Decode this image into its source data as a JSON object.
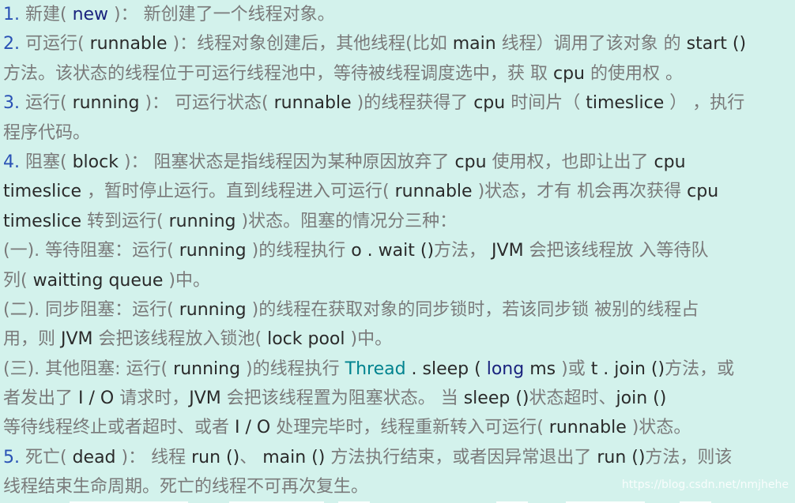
{
  "lines": [
    {
      "segments": [
        {
          "t": "1.",
          "c": "blue"
        },
        {
          "t": " 新建(",
          "c": "gray"
        },
        {
          "t": " new ",
          "c": "navy"
        },
        {
          "t": ")： 新创建了一个线程对象。",
          "c": "gray"
        }
      ]
    },
    {
      "segments": [
        {
          "t": "2.",
          "c": "blue"
        },
        {
          "t": " 可运行(",
          "c": "gray"
        },
        {
          "t": " runnable ",
          "c": "dark"
        },
        {
          "t": ")：线程对象创建后，其他线程(比如 ",
          "c": "gray"
        },
        {
          "t": "main",
          "c": "dark"
        },
        {
          "t": " 线程）调用了该对象  的 ",
          "c": "gray"
        },
        {
          "t": "start ()",
          "c": "dark"
        }
      ]
    },
    {
      "segments": [
        {
          "t": "方法。该状态的线程位于可运行线程池中，等待被线程调度选中，获  取 ",
          "c": "gray"
        },
        {
          "t": "cpu",
          "c": "dark"
        },
        {
          "t": " 的使用权 。",
          "c": "gray"
        }
      ]
    },
    {
      "segments": [
        {
          "t": "3.",
          "c": "blue"
        },
        {
          "t": " 运行(",
          "c": "gray"
        },
        {
          "t": " running ",
          "c": "dark"
        },
        {
          "t": ")： 可运行状态(",
          "c": "gray"
        },
        {
          "t": " runnable ",
          "c": "dark"
        },
        {
          "t": ")的线程获得了 ",
          "c": "gray"
        },
        {
          "t": "cpu",
          "c": "dark"
        },
        {
          "t": " 时间片（ ",
          "c": "gray"
        },
        {
          "t": "timeslice",
          "c": "dark"
        },
        {
          "t": " ）  ，执行",
          "c": "gray"
        }
      ]
    },
    {
      "segments": [
        {
          "t": "程序代码。",
          "c": "gray"
        }
      ]
    },
    {
      "segments": [
        {
          "t": "4.",
          "c": "blue"
        },
        {
          "t": " 阻塞(",
          "c": "gray"
        },
        {
          "t": " block ",
          "c": "dark"
        },
        {
          "t": ")： 阻塞状态是指线程因为某种原因放弃了 ",
          "c": "gray"
        },
        {
          "t": "cpu",
          "c": "dark"
        },
        {
          "t": " 使用权，也即让出了 ",
          "c": "gray"
        },
        {
          "t": "cpu",
          "c": "dark"
        }
      ]
    },
    {
      "segments": [
        {
          "t": "timeslice",
          "c": "dark"
        },
        {
          "t": " ，暂时停止运行。直到线程进入可运行(",
          "c": "gray"
        },
        {
          "t": " runnable ",
          "c": "dark"
        },
        {
          "t": ")状态，才有  机会再次获得 ",
          "c": "gray"
        },
        {
          "t": "cpu",
          "c": "dark"
        }
      ]
    },
    {
      "segments": [
        {
          "t": "timeslice",
          "c": "dark"
        },
        {
          "t": " 转到运行(",
          "c": "gray"
        },
        {
          "t": " running ",
          "c": "dark"
        },
        {
          "t": ")状态。阻塞的情况分三种：",
          "c": "gray"
        }
      ]
    },
    {
      "segments": [
        {
          "t": "(一). 等待阻塞：运行(",
          "c": "gray"
        },
        {
          "t": " running ",
          "c": "dark"
        },
        {
          "t": ")的线程执行 ",
          "c": "gray"
        },
        {
          "t": "o . wait ()",
          "c": "dark"
        },
        {
          "t": "方法， ",
          "c": "gray"
        },
        {
          "t": "JVM",
          "c": "dark"
        },
        {
          "t": " 会把该线程放  入等待队",
          "c": "gray"
        }
      ]
    },
    {
      "segments": [
        {
          "t": "列(",
          "c": "gray"
        },
        {
          "t": " waitting queue ",
          "c": "dark"
        },
        {
          "t": ")中。",
          "c": "gray"
        }
      ]
    },
    {
      "segments": [
        {
          "t": "(二). 同步阻塞：运行(",
          "c": "gray"
        },
        {
          "t": " running ",
          "c": "dark"
        },
        {
          "t": ")的线程在获取对象的同步锁时，若该同步锁  被别的线程占",
          "c": "gray"
        }
      ]
    },
    {
      "segments": [
        {
          "t": "用，则 ",
          "c": "gray"
        },
        {
          "t": "JVM",
          "c": "dark"
        },
        {
          "t": " 会把该线程放入锁池(",
          "c": "gray"
        },
        {
          "t": " lock pool ",
          "c": "dark"
        },
        {
          "t": ")中。",
          "c": "gray"
        }
      ]
    },
    {
      "segments": [
        {
          "t": "(三). 其他阻塞: 运行(",
          "c": "gray"
        },
        {
          "t": " running ",
          "c": "dark"
        },
        {
          "t": ")的线程执行 ",
          "c": "gray"
        },
        {
          "t": "Thread",
          "c": "teal"
        },
        {
          "t": " . sleep ( ",
          "c": "dark"
        },
        {
          "t": "long",
          "c": "navy"
        },
        {
          "t": " ms ",
          "c": "dark"
        },
        {
          "t": ")或 ",
          "c": "gray"
        },
        {
          "t": "t . join ()",
          "c": "dark"
        },
        {
          "t": "方法，或",
          "c": "gray"
        }
      ]
    },
    {
      "segments": [
        {
          "t": "者发出了 ",
          "c": "gray"
        },
        {
          "t": "I / O",
          "c": "dark"
        },
        {
          "t": " 请求时，",
          "c": "gray"
        },
        {
          "t": "JVM",
          "c": "dark"
        },
        {
          "t": " 会把该线程置为阻塞状态。        当 ",
          "c": "gray"
        },
        {
          "t": "sleep ()",
          "c": "dark"
        },
        {
          "t": "状态超时、",
          "c": "gray"
        },
        {
          "t": "join ()",
          "c": "dark"
        }
      ]
    },
    {
      "segments": [
        {
          "t": "等待线程终止或者超时、或者 ",
          "c": "gray"
        },
        {
          "t": "I / O",
          "c": "dark"
        },
        {
          "t": " 处理完毕时，线程重新转入可运行(",
          "c": "gray"
        },
        {
          "t": " runnable ",
          "c": "dark"
        },
        {
          "t": ")状态。",
          "c": "gray"
        }
      ]
    },
    {
      "segments": [
        {
          "t": "5.",
          "c": "blue"
        },
        {
          "t": " 死亡(",
          "c": "gray"
        },
        {
          "t": " dead ",
          "c": "dark"
        },
        {
          "t": ")： 线程 ",
          "c": "gray"
        },
        {
          "t": "run ()",
          "c": "dark"
        },
        {
          "t": "、 ",
          "c": "gray"
        },
        {
          "t": "main ()",
          "c": "dark"
        },
        {
          "t": " 方法执行结束，或者因异常退出了 ",
          "c": "gray"
        },
        {
          "t": "run ()",
          "c": "dark"
        },
        {
          "t": "方法，则该",
          "c": "gray"
        }
      ]
    },
    {
      "segments": [
        {
          "t": "线程结束生命周期。死亡的线程不可再次复生。",
          "c": "gray"
        }
      ]
    }
  ],
  "watermark": "https://blog.csdn.net/nmjhehe",
  "colors": {
    "background": "#d3f2ec",
    "gray": "#7a7a7a",
    "dark": "#2a2a2a",
    "blue": "#2a52b5",
    "navy": "#1a237e",
    "teal": "#00838f"
  }
}
